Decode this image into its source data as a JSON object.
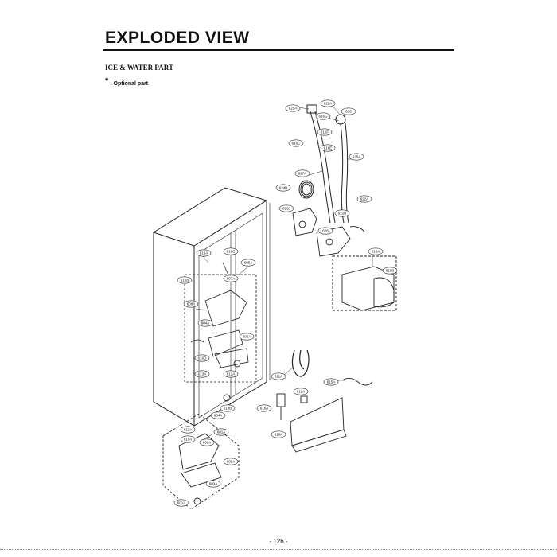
{
  "page": {
    "title": "EXPLODED VIEW",
    "section": "ICE & WATER PART",
    "note_mark": "*",
    "note_text": ": Optional part",
    "page_number": "- 126 -"
  },
  "callouts": [
    "625A",
    "622A",
    "616",
    "616G",
    "616F",
    "616C",
    "616E",
    "625A",
    "627A",
    "624B",
    "616J",
    "622A",
    "622B",
    "628",
    "615A",
    "615B",
    "616A",
    "616C",
    "605A",
    "616B",
    "607A",
    "608A",
    "604A",
    "605A",
    "611A",
    "612A",
    "615A",
    "618B",
    "616A",
    "610A",
    "604A",
    "612A",
    "601A",
    "602A",
    "610A",
    "609A",
    "603A",
    "601A",
    "613A",
    "612A",
    "616D"
  ]
}
